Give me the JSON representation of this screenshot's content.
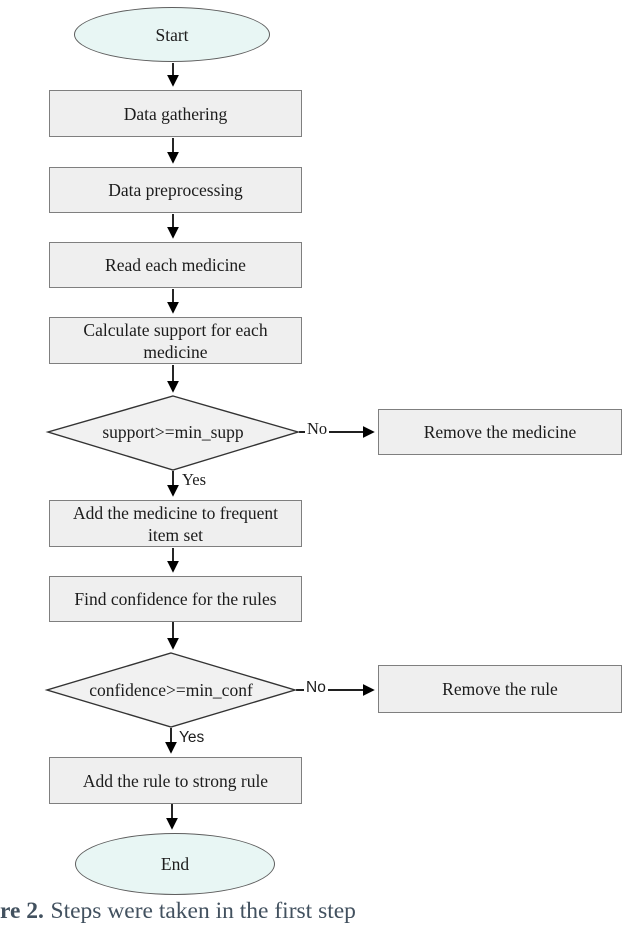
{
  "figure": {
    "caption_bold": "re 2.",
    "caption_rest": "Steps were taken in the first step"
  },
  "flowchart": {
    "nodes": {
      "start": {
        "label": "Start",
        "type": "terminal"
      },
      "data_gathering": {
        "label": "Data gathering",
        "type": "process"
      },
      "data_preprocessing": {
        "label": "Data preprocessing",
        "type": "process"
      },
      "read_each_medicine": {
        "label": "Read each medicine",
        "type": "process"
      },
      "calculate_support": {
        "label": "Calculate support for each medicine",
        "type": "process"
      },
      "support_decision": {
        "label": "support>=min_supp",
        "type": "decision"
      },
      "remove_medicine": {
        "label": "Remove the medicine",
        "type": "process"
      },
      "add_medicine": {
        "label": "Add the medicine to frequent item set",
        "type": "process"
      },
      "find_confidence": {
        "label": "Find confidence for the rules",
        "type": "process"
      },
      "confidence_decision": {
        "label": "confidence>=min_conf",
        "type": "decision"
      },
      "remove_rule": {
        "label": "Remove the rule",
        "type": "process"
      },
      "add_rule": {
        "label": "Add the rule to strong rule",
        "type": "process"
      },
      "end": {
        "label": "End",
        "type": "terminal"
      }
    },
    "edge_labels": {
      "support_yes": "Yes",
      "support_no": "No",
      "confidence_yes": "Yes",
      "confidence_no": "No"
    },
    "colors": {
      "process_fill": "#efefef",
      "process_border": "#7f7f7f",
      "terminal_fill": "#e8f6f4",
      "terminal_border": "#5e5e5e",
      "decision_fill": "#f1f1f1",
      "decision_border": "#333333",
      "arrow": "#000000",
      "text": "#1c1c1c",
      "caption": "#42515f"
    }
  }
}
